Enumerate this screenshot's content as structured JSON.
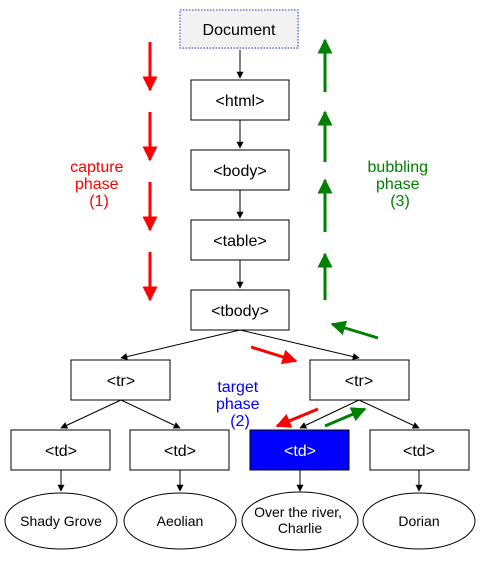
{
  "nodes": {
    "document": "Document",
    "html": "<html>",
    "body": "<body>",
    "table": "<table>",
    "tbody": "<tbody>",
    "tr_left": "<tr>",
    "tr_right": "<tr>",
    "td_1": "<td>",
    "td_2": "<td>",
    "td_3": "<td>",
    "td_4": "<td>"
  },
  "leaves": {
    "leaf_1": [
      "Shady Grove"
    ],
    "leaf_2": [
      "Aeolian"
    ],
    "leaf_3": [
      "Over the river,",
      "Charlie"
    ],
    "leaf_4": [
      "Dorian"
    ]
  },
  "phases": {
    "capture": [
      "capture",
      "phase",
      "(1)"
    ],
    "target": [
      "target",
      "phase",
      "(2)"
    ],
    "bubbling": [
      "bubbling",
      "phase",
      "(3)"
    ]
  },
  "colors": {
    "capture": "#ff0000",
    "target": "#0000ff",
    "bubbling": "#008000",
    "target_node_fill": "#0000ff",
    "target_node_text": "#ffffff"
  }
}
